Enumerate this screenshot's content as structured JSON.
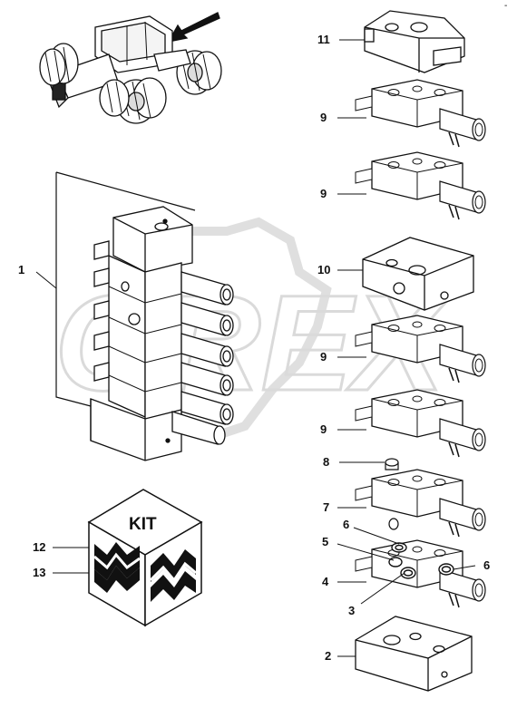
{
  "diagram": {
    "kit_label": "KIT",
    "watermark_text": "OREX",
    "corner_mark": "-",
    "callouts": [
      {
        "id": "c1",
        "text": "1"
      },
      {
        "id": "c2",
        "text": "2"
      },
      {
        "id": "c3",
        "text": "3"
      },
      {
        "id": "c4",
        "text": "4"
      },
      {
        "id": "c5",
        "text": "5"
      },
      {
        "id": "c6a",
        "text": "6"
      },
      {
        "id": "c6b",
        "text": "6"
      },
      {
        "id": "c7",
        "text": "7"
      },
      {
        "id": "c8",
        "text": "8"
      },
      {
        "id": "c9a",
        "text": "9"
      },
      {
        "id": "c9b",
        "text": "9"
      },
      {
        "id": "c9c",
        "text": "9"
      },
      {
        "id": "c9d",
        "text": "9"
      },
      {
        "id": "c10",
        "text": "10"
      },
      {
        "id": "c11",
        "text": "11"
      },
      {
        "id": "c12",
        "text": "12"
      },
      {
        "id": "c13",
        "text": "13"
      }
    ],
    "colors": {
      "line": "#111111",
      "watermark": "#d9d9d9",
      "background": "#ffffff"
    }
  }
}
